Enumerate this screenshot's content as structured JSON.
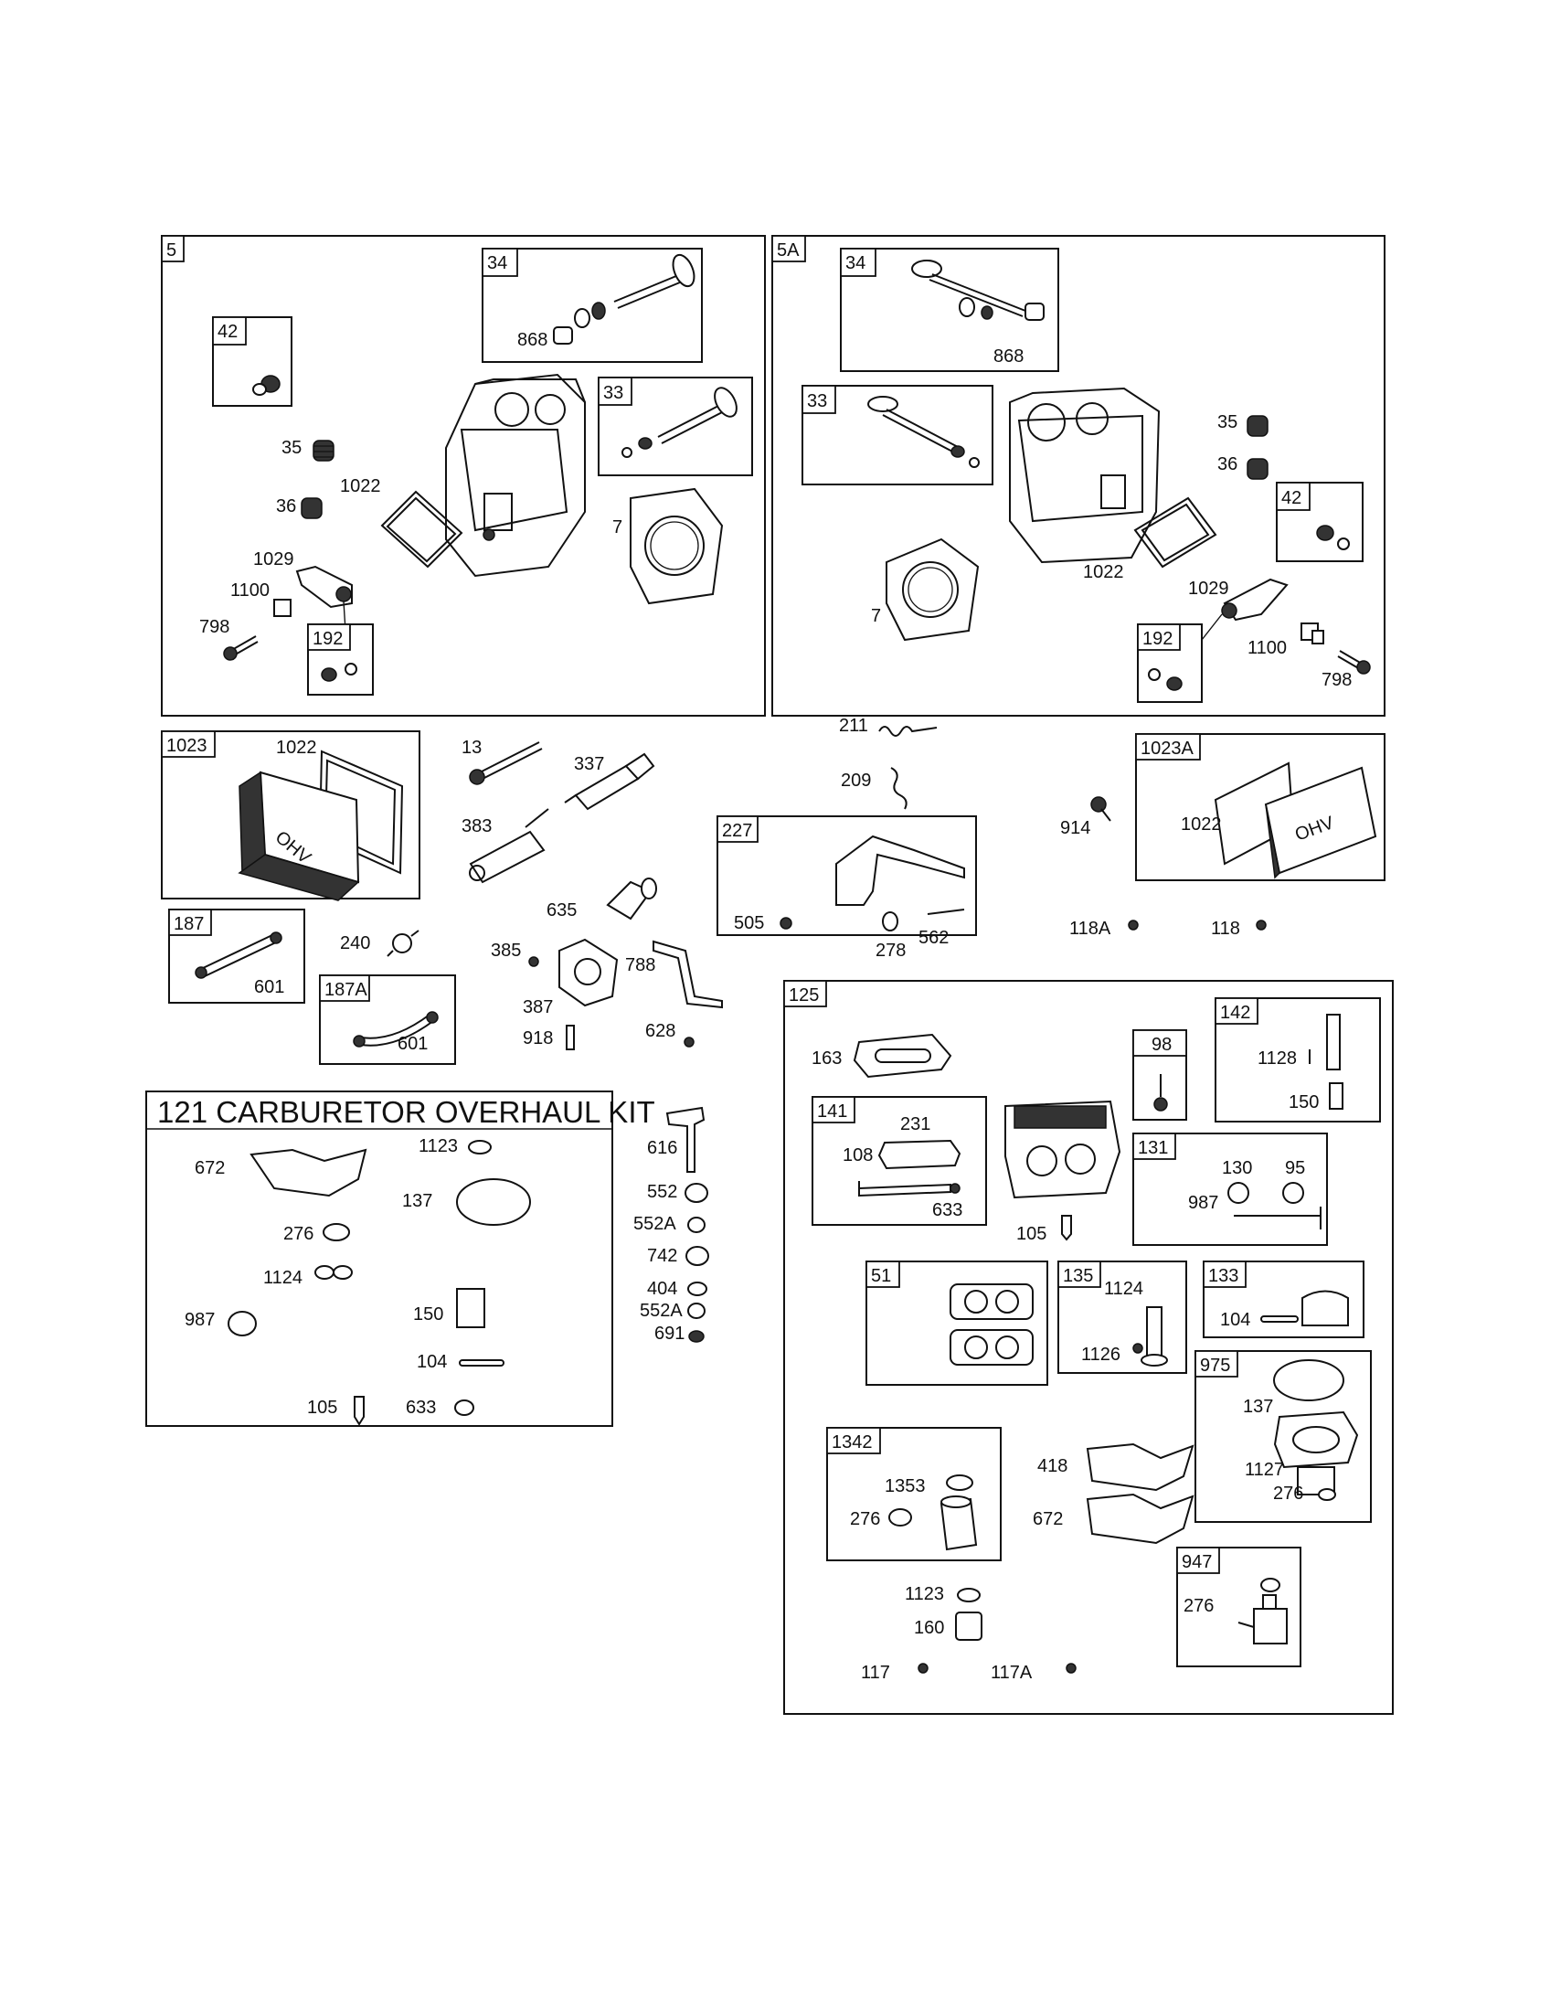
{
  "panels": {
    "p5": "5",
    "p5_34": "34",
    "p5_42": "42",
    "p5_33": "33",
    "p5_192": "192",
    "p5a": "5A",
    "p5a_34": "34",
    "p5a_33": "33",
    "p5a_42": "42",
    "p5a_192": "192",
    "p1023": "1023",
    "p1023a": "1023A",
    "p187": "187",
    "p187a": "187A",
    "p227": "227",
    "p125": "125",
    "p142": "142",
    "p98": "98",
    "p141": "141",
    "p131": "131",
    "p51": "51",
    "p135": "135",
    "p133": "133",
    "p975": "975",
    "p1342": "1342",
    "p947": "947",
    "kit_title": "121 CARBURETOR OVERHAUL KIT"
  },
  "labels": {
    "a868": "868",
    "a35": "35",
    "a1022": "1022",
    "a36": "36",
    "a7": "7",
    "a1029": "1029",
    "a1100": "1100",
    "a798": "798",
    "b868": "868",
    "b35": "35",
    "b36": "36",
    "b1022": "1022",
    "b7": "7",
    "b1029": "1029",
    "b1100": "1100",
    "b798": "798",
    "c1022": "1022",
    "c13": "13",
    "c337": "337",
    "c383": "383",
    "c211": "211",
    "c209": "209",
    "c914": "914",
    "c1022b": "1022",
    "c635": "635",
    "c240": "240",
    "c601": "601",
    "c601b": "601",
    "c385": "385",
    "c387": "387",
    "c788": "788",
    "c918": "918",
    "c628": "628",
    "c505": "505",
    "c278": "278",
    "c562": "562",
    "c118a": "118A",
    "c118": "118",
    "k672": "672",
    "k1123": "1123",
    "k137": "137",
    "k276": "276",
    "k1124": "1124",
    "k987": "987",
    "k150": "150",
    "k104": "104",
    "k105": "105",
    "k633": "633",
    "m616": "616",
    "m552": "552",
    "m552a": "552A",
    "m742": "742",
    "m404": "404",
    "m552a2": "552A",
    "m691": "691",
    "r163": "163",
    "r1128": "1128",
    "r150": "150",
    "r231": "231",
    "r108": "108",
    "r633": "633",
    "r105": "105",
    "r130": "130",
    "r95": "95",
    "r987": "987",
    "r1124": "1124",
    "r1126": "1126",
    "r104": "104",
    "r137": "137",
    "r1127": "1127",
    "r276c": "276",
    "r1353": "1353",
    "r276": "276",
    "r418": "418",
    "r672": "672",
    "r1123": "1123",
    "r160": "160",
    "r276b": "276",
    "r117": "117",
    "r117a": "117A"
  },
  "colors": {
    "ink": "#111111",
    "paper": "#ffffff"
  }
}
